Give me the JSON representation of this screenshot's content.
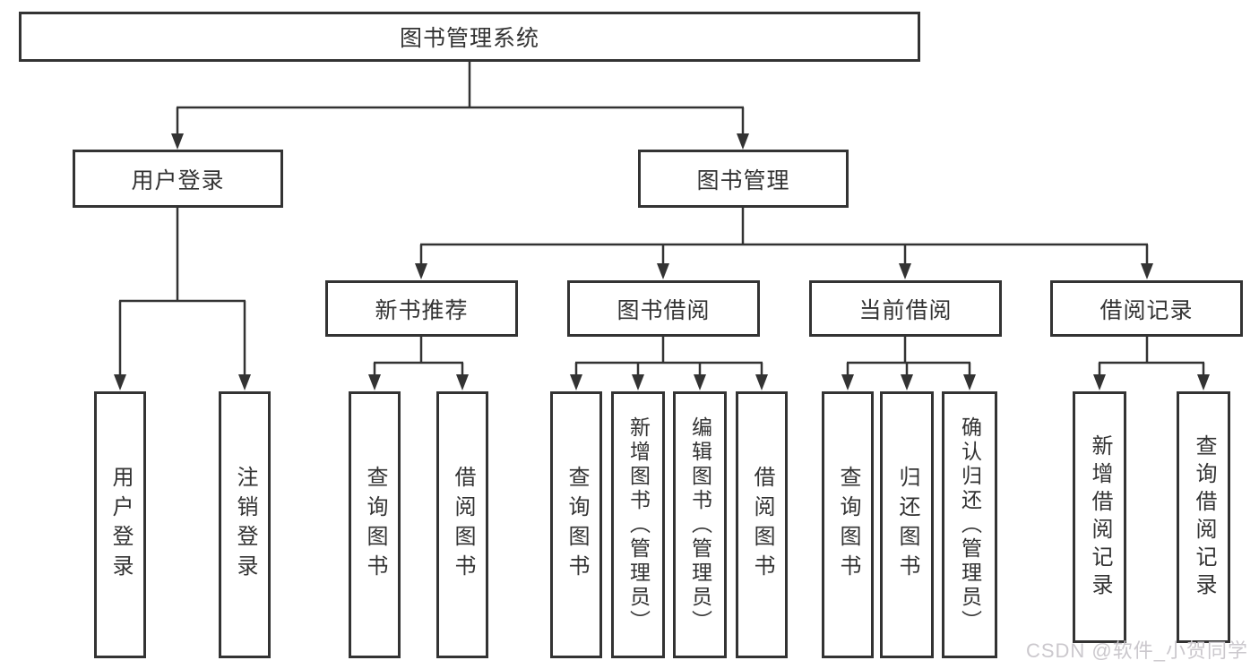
{
  "nodes": {
    "root": "图书管理系统",
    "level1": [
      "用户登录",
      "图书管理"
    ],
    "level2": [
      "新书推荐",
      "图书借阅",
      "当前借阅",
      "借阅记录"
    ],
    "leaves": {
      "user_login": [
        "用户登录",
        "注销登录"
      ],
      "new_books": [
        "查询图书",
        "借阅图书"
      ],
      "borrowing": [
        "查询图书",
        "新增图书（管理员）",
        "编辑图书（管理员）",
        "借阅图书"
      ],
      "current": [
        "查询图书",
        "归还图书",
        "确认归还（管理员）"
      ],
      "records": [
        "新增借阅记录",
        "查询借阅记录"
      ]
    }
  },
  "watermark": "CSDN @软件_小贺同学",
  "colors": {
    "line": "#333333",
    "text": "#333333",
    "watermark": "#cbc8cd",
    "background": "#ffffff"
  }
}
